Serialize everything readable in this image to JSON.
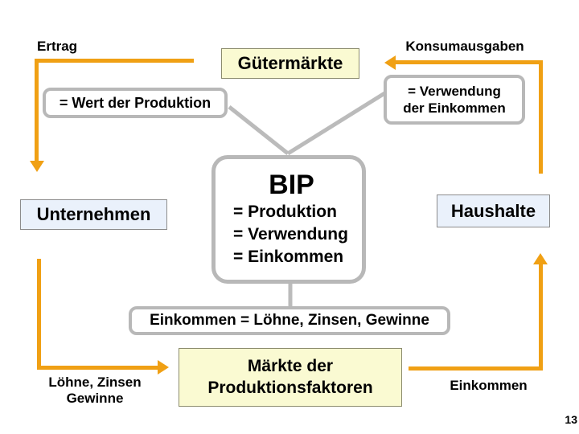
{
  "slide": {
    "page_number": "13",
    "colors": {
      "arrow_orange": "#F0A014",
      "connector_gray": "#BBBBBB",
      "market_box_yellow": "#FAFAD2",
      "actor_box_blue": "#EAF1FB"
    },
    "flow_labels": {
      "ertrag": "Ertrag",
      "konsumausgaben": "Konsumausgaben",
      "loehne_zinsen_line1": "Löhne, Zinsen",
      "loehne_zinsen_line2": "Gewinne",
      "einkommen": "Einkommen"
    },
    "boxes": {
      "guetermaerkte": "Gütermärkte",
      "wert_der_produktion": "= Wert der Produktion",
      "verwendung_line1": "= Verwendung",
      "verwendung_line2": "der Einkommen",
      "bip_title": "BIP",
      "bip_lines": [
        "= Produktion",
        "= Verwendung",
        "= Einkommen"
      ],
      "unternehmen": "Unternehmen",
      "haushalte": "Haushalte",
      "einkommen_gleichung": "Einkommen = Löhne, Zinsen, Gewinne",
      "faktormaerkte_line1": "Märkte der",
      "faktormaerkte_line2": "Produktionsfaktoren"
    }
  }
}
